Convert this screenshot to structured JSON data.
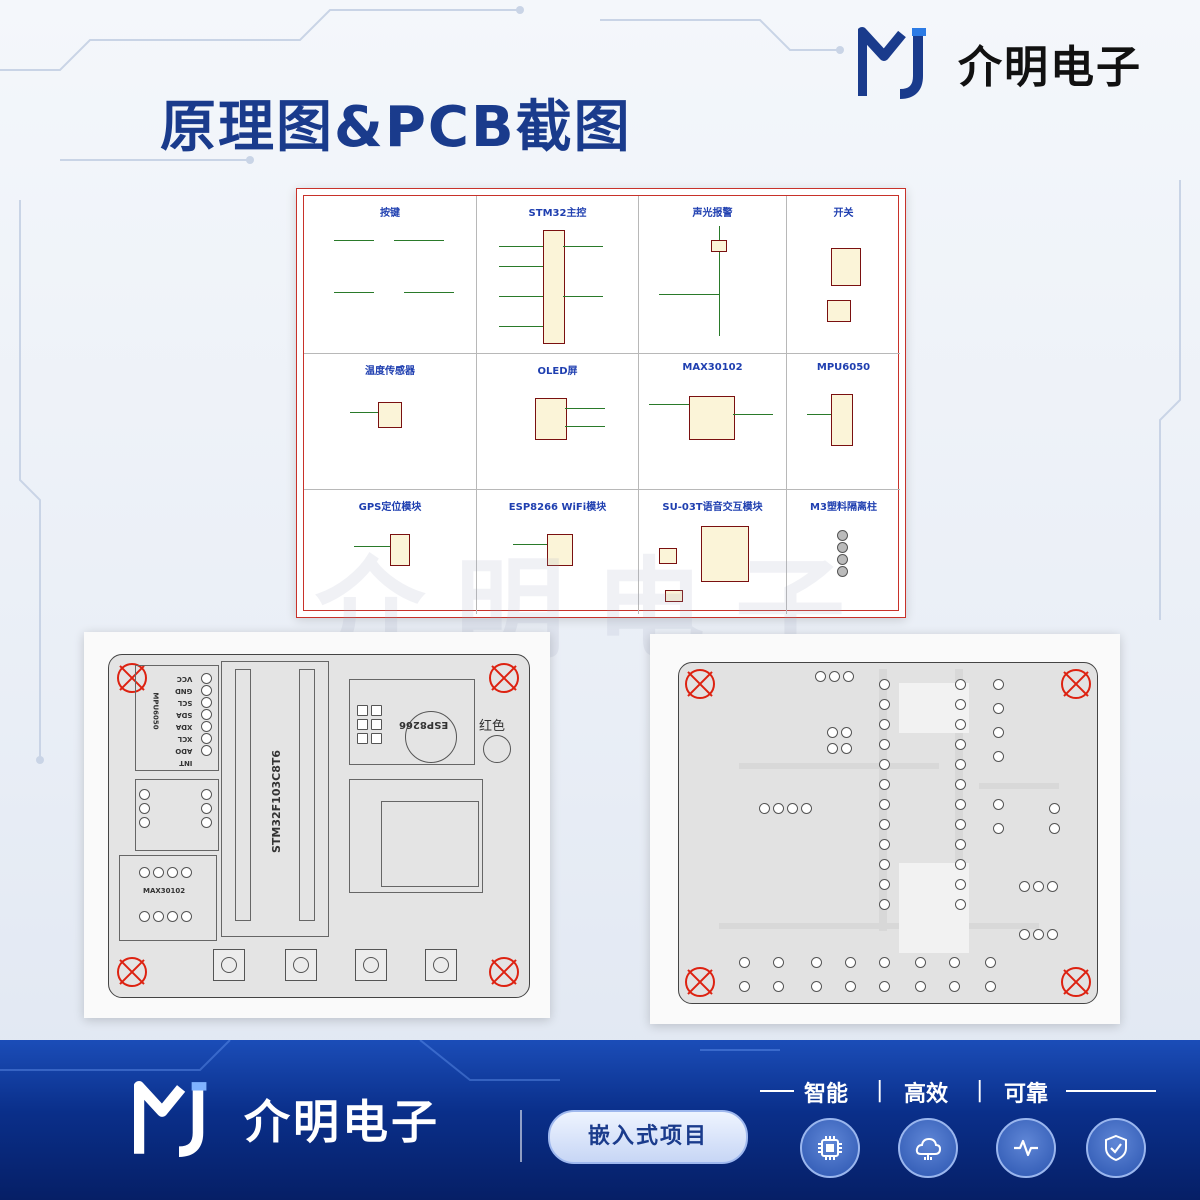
{
  "header": {
    "brand_name": "介明电子",
    "title": "原理图&PCB截图",
    "brand_color": "#1a3b8c"
  },
  "schematic": {
    "sections": [
      {
        "title": "按键"
      },
      {
        "title": "STM32主控"
      },
      {
        "title": "声光报警"
      },
      {
        "title": "开关"
      },
      {
        "title": "温度传感器"
      },
      {
        "title": "OLED屏"
      },
      {
        "title": "MAX30102"
      },
      {
        "title": "MPU6050"
      },
      {
        "title": "GPS定位模块"
      },
      {
        "title": "ESP8266 WiFi模块"
      },
      {
        "title": "SU-03T语音交互模块"
      },
      {
        "title": "M3塑料隔离柱"
      }
    ]
  },
  "pcb_left": {
    "labels": {
      "chip": "STM32F103C8T6",
      "esp": "ESP8266",
      "mpu": "MPU6050",
      "max": "MAX30102",
      "color": "红色",
      "mpu_pins": [
        "INT",
        "ADO",
        "XCL",
        "XDA",
        "SDA",
        "SCL",
        "GND",
        "VCC"
      ]
    }
  },
  "watermark": "介明电子",
  "footer": {
    "brand_name": "介明电子",
    "pill": "嵌入式项目",
    "tags": [
      "智能",
      "高效",
      "可靠"
    ],
    "features": [
      {
        "icon": "chip-icon"
      },
      {
        "icon": "cloud-icon"
      },
      {
        "icon": "pulse-icon"
      },
      {
        "icon": "shield-icon"
      }
    ]
  }
}
